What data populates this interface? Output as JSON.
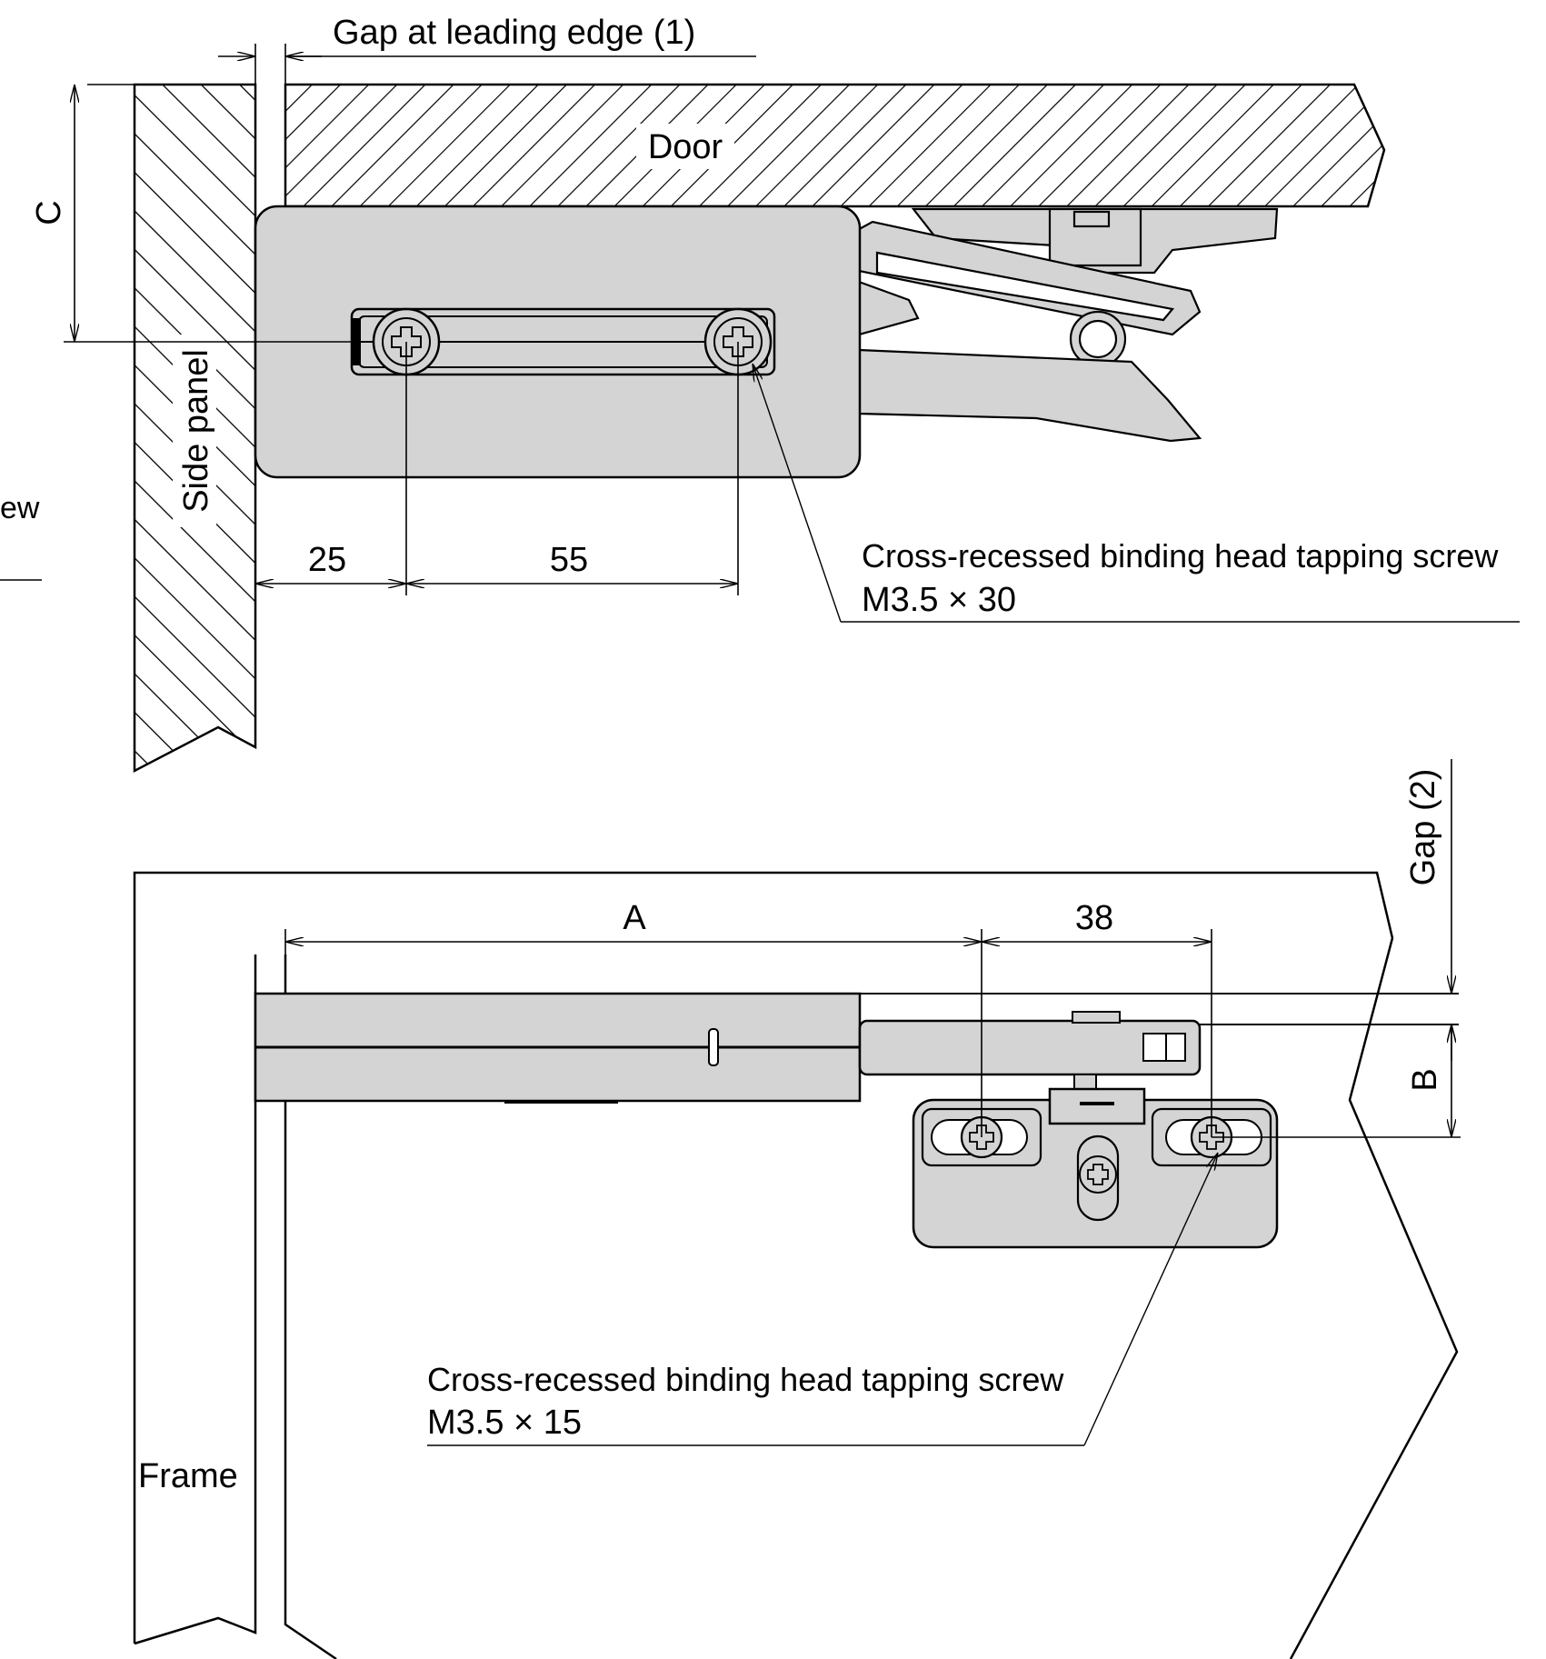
{
  "labels": {
    "gap_leading_edge": "Gap at leading edge (1)",
    "door": "Door",
    "side_panel": "Side panel",
    "dim_c": "C",
    "dim_25": "25",
    "dim_55": "55",
    "screw_top_name": "Cross-recessed binding head tapping screw",
    "screw_top_size": "M3.5 × 30",
    "cropped_left_fragment": "ew",
    "gap_2": "Gap (2)",
    "dim_a": "A",
    "dim_38": "38",
    "dim_b": "B",
    "screw_bottom_name": "Cross-recessed binding head tapping screw",
    "screw_bottom_size": "M3.5 × 15",
    "frame": "Frame"
  },
  "colors": {
    "part_fill": "#d4d4d4",
    "line": "#000000",
    "background": "#ffffff"
  }
}
